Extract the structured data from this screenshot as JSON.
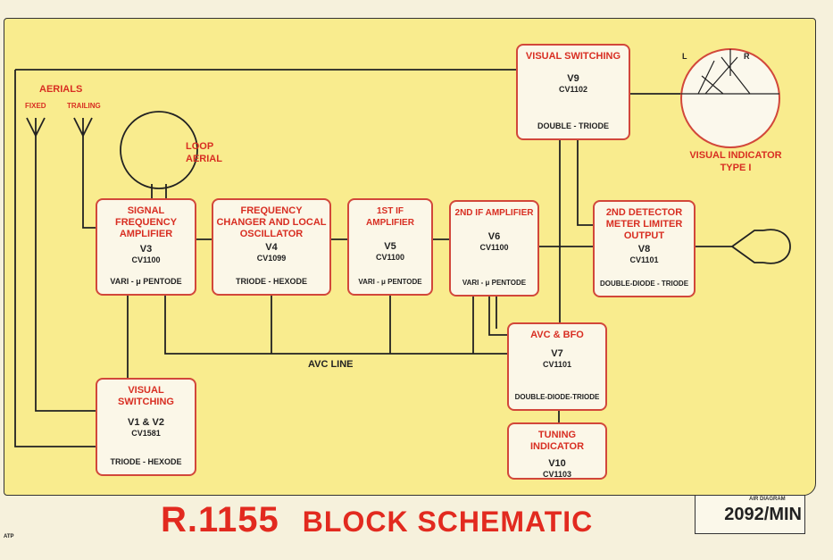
{
  "title": {
    "model": "R.1155",
    "subtitle": "BLOCK SCHEMATIC"
  },
  "labels": {
    "aerials": "AERIALS",
    "fixed": "FIXED",
    "trailing": "TRAILING",
    "loop_aerial": "LOOP\nAERIAL",
    "avc_line": "AVC LINE",
    "visual_indicator": "VISUAL INDICATOR\nTYPE I",
    "indicator_l": "L",
    "indicator_r": "R",
    "atp": "ATP"
  },
  "blocks": {
    "vs9": {
      "title": "VISUAL SWITCHING",
      "valve": "V9",
      "cv": "CV1102",
      "type": "DOUBLE - TRIODE"
    },
    "sfa": {
      "title": "SIGNAL FREQUENCY AMPLIFIER",
      "valve": "V3",
      "cv": "CV1100",
      "type": "VARI - μ PENTODE"
    },
    "fc": {
      "title": "FREQUENCY CHANGER AND LOCAL OSCILLATOR",
      "valve": "V4",
      "cv": "CV1099",
      "type": "TRIODE - HEXODE"
    },
    "if1": {
      "title": "1ST IF AMPLIFIER",
      "valve": "V5",
      "cv": "CV1100",
      "type": "VARI - μ PENTODE"
    },
    "if2": {
      "title": "2ND IF AMPLIFIER",
      "valve": "V6",
      "cv": "CV1100",
      "type": "VARI - μ PENTODE"
    },
    "det": {
      "title": "2ND DETECTOR METER LIMITER OUTPUT",
      "valve": "V8",
      "cv": "CV1101",
      "type": "DOUBLE-DIODE - TRIODE"
    },
    "avc": {
      "title": "AVC & BFO",
      "valve": "V7",
      "cv": "CV1101",
      "type": "DOUBLE-DIODE-TRIODE"
    },
    "tun": {
      "title": "TUNING INDICATOR",
      "valve": "V10",
      "cv": "CV1103"
    },
    "vs12": {
      "title": "VISUAL SWITCHING",
      "valve": "V1 & V2",
      "cv": "CV1581",
      "type": "TRIODE - HEXODE"
    }
  },
  "stamp": {
    "heading": "AIR DIAGRAM",
    "number": "2092/MIN"
  },
  "colors": {
    "paper": "#f9ec8e",
    "red": "#d82e22",
    "box": "#fbf7e8"
  }
}
